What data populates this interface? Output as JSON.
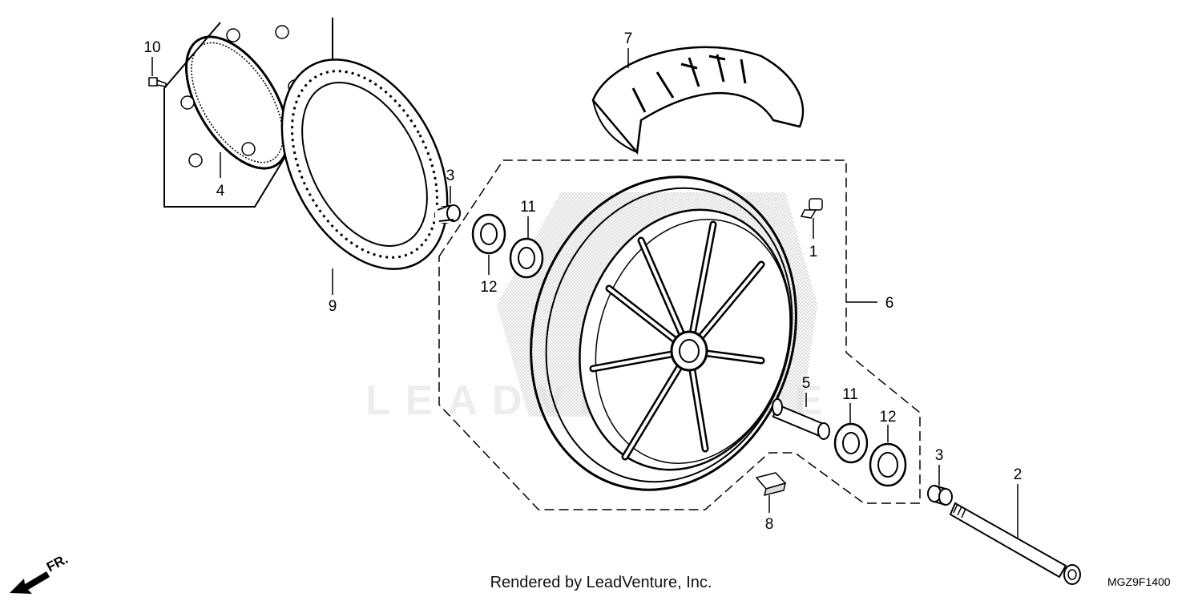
{
  "diagram": {
    "callouts": [
      {
        "id": "1",
        "label": "1"
      },
      {
        "id": "2",
        "label": "2"
      },
      {
        "id": "3a",
        "label": "3"
      },
      {
        "id": "3b",
        "label": "3"
      },
      {
        "id": "4",
        "label": "4"
      },
      {
        "id": "5",
        "label": "5"
      },
      {
        "id": "6",
        "label": "6"
      },
      {
        "id": "7",
        "label": "7"
      },
      {
        "id": "8",
        "label": "8"
      },
      {
        "id": "9",
        "label": "9"
      },
      {
        "id": "10",
        "label": "10"
      },
      {
        "id": "11a",
        "label": "11"
      },
      {
        "id": "11b",
        "label": "11"
      },
      {
        "id": "12a",
        "label": "12"
      },
      {
        "id": "12b",
        "label": "12"
      }
    ],
    "direction_label": "FR.",
    "diagram_code": "MGZ9F1400",
    "watermark": "LEADVENTURE"
  },
  "footer": {
    "credit": "Rendered by LeadVenture, Inc."
  },
  "colors": {
    "ink": "#000000",
    "background": "#ffffff",
    "shade": "#9a9a9a"
  },
  "icons": [
    "front-arrow-icon"
  ]
}
